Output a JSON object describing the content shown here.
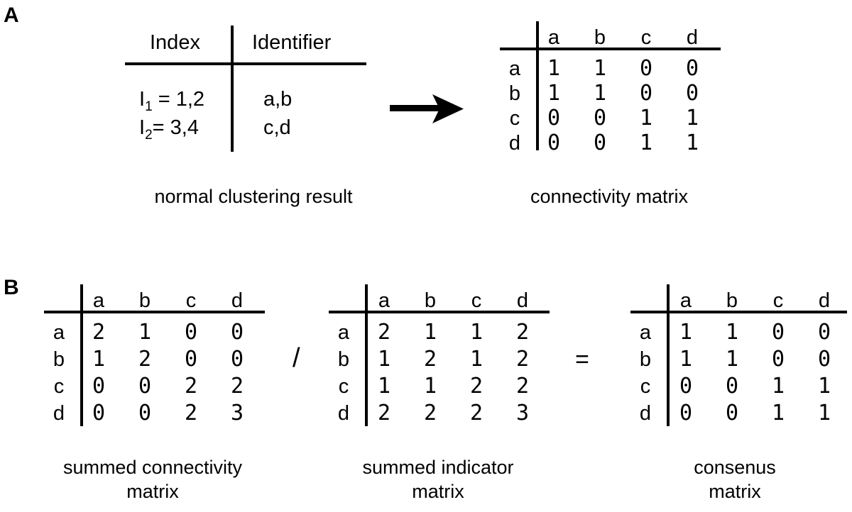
{
  "figure": {
    "panels": [
      {
        "letter": "A",
        "index_table": {
          "headers": [
            "Index",
            "Identifier"
          ],
          "rows": [
            {
              "index_label": "I",
              "index_sub": "1",
              "index_eq": " = 1,2",
              "identifier": "a,b"
            },
            {
              "index_label": "I",
              "index_sub": "2",
              "index_eq": "= 3,4",
              "identifier": "c,d"
            }
          ],
          "caption": "normal clustering result"
        },
        "arrow": {
          "name": "right-arrow"
        },
        "connectivity_matrix": {
          "caption": "connectivity matrix",
          "col_headers": [
            "a",
            "b",
            "c",
            "d"
          ],
          "row_headers": [
            "a",
            "b",
            "c",
            "d"
          ],
          "rows": [
            [
              "1",
              "1",
              "0",
              "0"
            ],
            [
              "1",
              "1",
              "0",
              "0"
            ],
            [
              "0",
              "0",
              "1",
              "1"
            ],
            [
              "0",
              "0",
              "1",
              "1"
            ]
          ]
        }
      },
      {
        "letter": "B",
        "summed_connectivity_matrix": {
          "caption_line1": "summed connectivity",
          "caption_line2": "matrix",
          "col_headers": [
            "a",
            "b",
            "c",
            "d"
          ],
          "row_headers": [
            "a",
            "b",
            "c",
            "d"
          ],
          "rows": [
            [
              "2",
              "1",
              "0",
              "0"
            ],
            [
              "1",
              "2",
              "0",
              "0"
            ],
            [
              "0",
              "0",
              "2",
              "2"
            ],
            [
              "0",
              "0",
              "2",
              "3"
            ]
          ]
        },
        "divide_operator": "/",
        "summed_indicator_matrix": {
          "caption_line1": "summed indicator",
          "caption_line2": "matrix",
          "col_headers": [
            "a",
            "b",
            "c",
            "d"
          ],
          "row_headers": [
            "a",
            "b",
            "c",
            "d"
          ],
          "rows": [
            [
              "2",
              "1",
              "1",
              "2"
            ],
            [
              "1",
              "2",
              "1",
              "2"
            ],
            [
              "1",
              "1",
              "2",
              "2"
            ],
            [
              "2",
              "2",
              "2",
              "3"
            ]
          ]
        },
        "equals_operator": "=",
        "consensus_matrix": {
          "caption_line1": "consenus",
          "caption_line2": "matrix",
          "col_headers": [
            "a",
            "b",
            "c",
            "d"
          ],
          "row_headers": [
            "a",
            "b",
            "c",
            "d"
          ],
          "rows": [
            [
              "1",
              "1",
              "0",
              "0"
            ],
            [
              "1",
              "1",
              "0",
              "0"
            ],
            [
              "0",
              "0",
              "1",
              "1"
            ],
            [
              "0",
              "0",
              "1",
              "1"
            ]
          ]
        }
      }
    ]
  },
  "colors": {
    "ink": "#000000",
    "background": "#ffffff"
  }
}
